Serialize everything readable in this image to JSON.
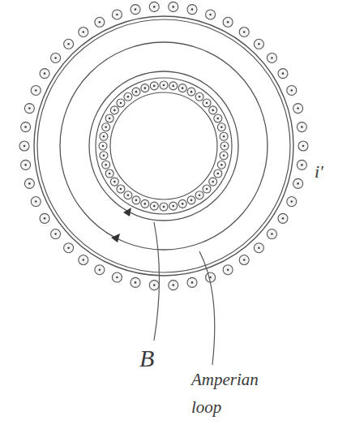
{
  "diagram": {
    "labels": [
      "B",
      "Amperian loop",
      "i'"
    ]
  }
}
